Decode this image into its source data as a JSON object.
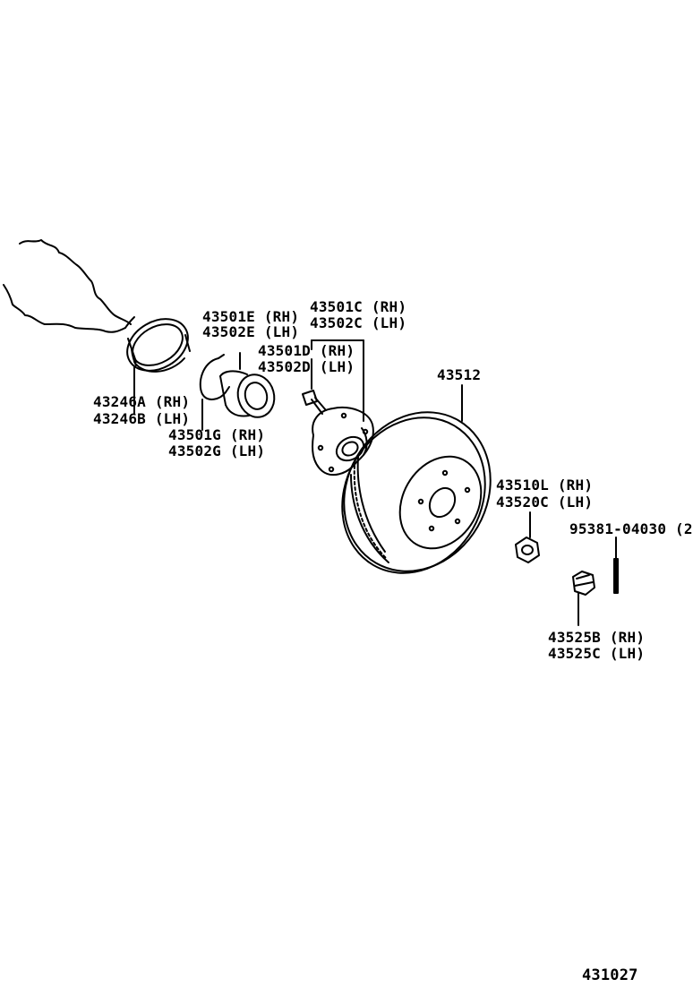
{
  "diagram_number": "431027",
  "parts": {
    "oil_seal": {
      "rh": "43246A (RH)",
      "lh": "43246B (LH)"
    },
    "bearing": {
      "rh": "43501E (RH)",
      "lh": "43502E (LH)"
    },
    "snap_ring": {
      "rh": "43501G (RH)",
      "lh": "43502G (LH)"
    },
    "hub_assy": {
      "rh": "43501C (RH)",
      "lh": "43502C (LH)"
    },
    "hub_bolt": {
      "rh": "43501D (RH)",
      "lh": "43502D (LH)"
    },
    "disc": {
      "number": "43512"
    },
    "nut": {
      "rh": "43510L (RH)",
      "lh": "43520C (LH)"
    },
    "cotter_pin": {
      "number": "95381-04030 (2"
    },
    "nut_lock_cap": {
      "rh": "43525B (RH)",
      "lh": "43525C (LH)"
    }
  },
  "colors": {
    "ink": "#000000",
    "paper": "#ffffff"
  }
}
